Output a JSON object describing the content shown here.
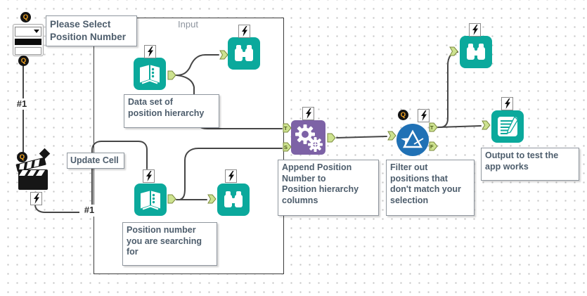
{
  "colors": {
    "teal": "#0ba99c",
    "purple": "#7d62a6",
    "blue": "#2071b5",
    "anchor_fill": "#cde28f",
    "anchor_stroke": "#7b8a3e",
    "wire": "#464646",
    "annotation_text": "#4d5d6c",
    "q_badge_letter": "#f5a623"
  },
  "container": {
    "title": "Input"
  },
  "labels": {
    "please_select": {
      "line1": "Please Select",
      "line2": "Position Number"
    },
    "update_cell": "Update Cell",
    "wire1_label": "#1",
    "wire2_label": "#1"
  },
  "annotations": {
    "dataset": {
      "line1": "Data set of",
      "line2": "position hierarchy"
    },
    "position_number": {
      "line1": "Position number",
      "line2": "you are searching",
      "line3": "for"
    },
    "append": {
      "line1": "Append Position",
      "line2": "Number to",
      "line3": "Position hierarchy",
      "line4": "columns"
    },
    "filter": {
      "line1": "Filter out",
      "line2": "positions that",
      "line3": "don't match your",
      "line4": "selection"
    },
    "output": {
      "line1": "Output to test the",
      "line2": "app works"
    }
  },
  "anchor_letters": {
    "t": "T",
    "s": "S",
    "f": "F"
  },
  "badges": {
    "q": "Q"
  }
}
